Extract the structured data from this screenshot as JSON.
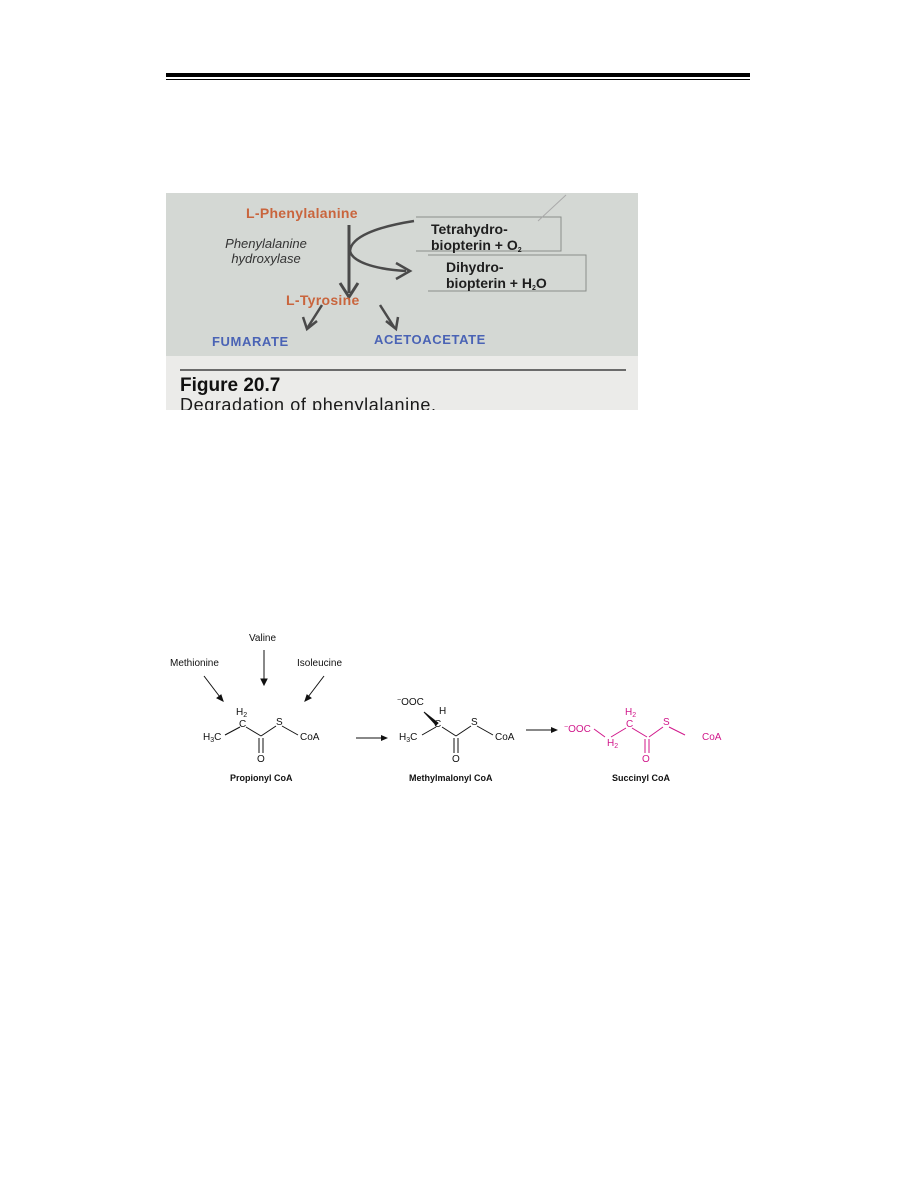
{
  "figure_20_7": {
    "substrate": "L-Phenylalanine",
    "enzyme_line1": "Phenylalanine",
    "enzyme_line2": "hydroxylase",
    "cofactor_in_line1": "Tetrahydro-",
    "cofactor_in_line2": "biopterin + O",
    "cofactor_in_sub": "2",
    "cofactor_out_line1": "Dihydro-",
    "cofactor_out_line2": "biopterin + H",
    "cofactor_out_sub": "2",
    "cofactor_out_tail": "O",
    "product": "L-Tyrosine",
    "end_product_1": "FUMARATE",
    "end_product_2": "ACETOACETATE",
    "caption_title": "Figure 20.7",
    "caption_text": "Degradation of phenylalanine."
  },
  "propionyl_pathway": {
    "precursors": [
      "Methionine",
      "Valine",
      "Isoleucine"
    ],
    "propionyl": {
      "h2": "H",
      "h2_sub": "2",
      "c": "C",
      "h3c": "H",
      "h3c_sub": "3",
      "h3c_tail": "C",
      "s": "S",
      "coa": "CoA",
      "o": "O",
      "name": "Propionyl CoA"
    },
    "methylmalonyl": {
      "ooc_sup": "−",
      "ooc": "OOC",
      "h": "H",
      "c": "C",
      "h3c": "H",
      "h3c_sub": "3",
      "h3c_tail": "C",
      "s": "S",
      "coa": "CoA",
      "o": "O",
      "name": "Methylmalonyl CoA"
    },
    "succinyl": {
      "ooc_sup": "−",
      "ooc": "OOC",
      "h2_top": "H",
      "h2_top_sub": "2",
      "h2_bottom": "H",
      "h2_bottom_sub": "2",
      "c": "C",
      "s": "S",
      "coa": "CoA",
      "o": "O",
      "name": "Succinyl CoA"
    },
    "colors": {
      "highlight": "#d0178a",
      "ink": "#111111"
    }
  }
}
